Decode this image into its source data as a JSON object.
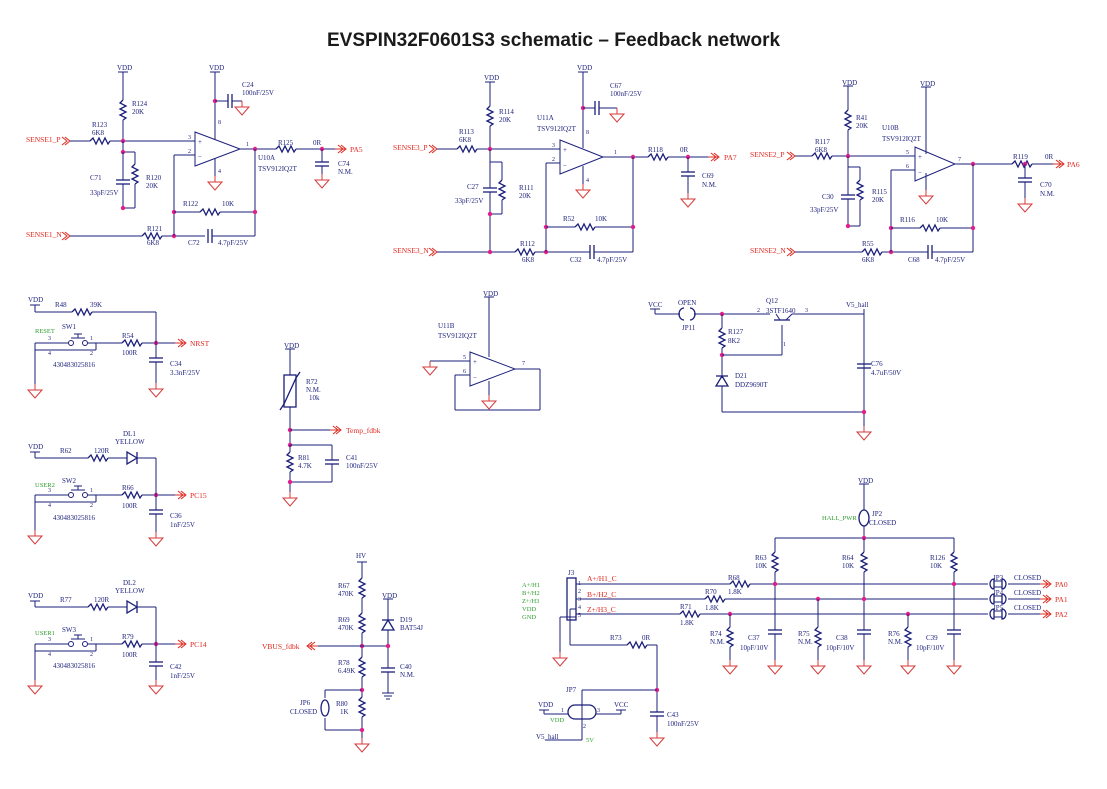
{
  "title": "EVSPIN32F0601S3 schematic – Feedback network",
  "power_labels": {
    "vdd": "VDD",
    "vcc": "VCC",
    "hv": "HV",
    "v5_hall": "V5_hall"
  },
  "nets": {
    "sense1_p": "SENSE1_P",
    "sense1_n": "SENSE1_N",
    "pa5": "PA5",
    "sense3_p": "SENSE3_P",
    "sense3_n": "SENSE3_N",
    "pa7": "PA7",
    "sense2_p": "SENSE2_P",
    "sense2_n": "SENSE2_N",
    "pa6": "PA6",
    "nrst": "NRST",
    "pc15": "PC15",
    "pc14": "PC14",
    "temp_fdbk": "Temp_fdbk",
    "vbus_fdbk": "VBUS_fdbk",
    "pa0": "PA0",
    "pa1": "PA1",
    "pa2": "PA2",
    "reset": "RESET",
    "user2": "USER2",
    "user1": "USER1",
    "hall_pwr": "HALL_PWR"
  },
  "opamps": {
    "u10a": {
      "ref": "U10A",
      "part": "TSV912IQ2T"
    },
    "u11a": {
      "ref": "U11A",
      "part": "TSV912IQ2T"
    },
    "u10b": {
      "ref": "U10B",
      "part": "TSV912IQ2T"
    },
    "u11b": {
      "ref": "U11B",
      "part": "TSV912IQ2T"
    }
  },
  "components": {
    "r124": [
      "R124",
      "20K"
    ],
    "r123": [
      "R123",
      "6K8"
    ],
    "r120": [
      "R120",
      "20K"
    ],
    "c71": [
      "C71",
      "33pF/25V"
    ],
    "r121": [
      "R121",
      "6K8"
    ],
    "r122": [
      "R122",
      "10K"
    ],
    "c72": [
      "C72",
      "4.7pF/25V"
    ],
    "c24": [
      "C24",
      "100nF/25V"
    ],
    "r125": [
      "R125",
      "0R"
    ],
    "c74": [
      "C74",
      "N.M."
    ],
    "r114": [
      "R114",
      "20K"
    ],
    "r113": [
      "R113",
      "6K8"
    ],
    "r111": [
      "R111",
      "20K"
    ],
    "c27": [
      "C27",
      "33pF/25V"
    ],
    "r112": [
      "R112",
      "6K8"
    ],
    "r52": [
      "R52",
      "10K"
    ],
    "c32": [
      "C32",
      "4.7pF/25V"
    ],
    "c67": [
      "C67",
      "100nF/25V"
    ],
    "r118": [
      "R118",
      "0R"
    ],
    "c69": [
      "C69",
      "N.M."
    ],
    "r41": [
      "R41",
      "20K"
    ],
    "r117": [
      "R117",
      "6K8"
    ],
    "r115": [
      "R115",
      "20K"
    ],
    "c30": [
      "C30",
      "33pF/25V"
    ],
    "r55": [
      "R55",
      "6K8"
    ],
    "r116": [
      "R116",
      "10K"
    ],
    "c68": [
      "C68",
      "4.7pF/25V"
    ],
    "r119": [
      "R119",
      "0R"
    ],
    "c70": [
      "C70",
      "N.M."
    ],
    "r48": [
      "R48",
      "39K"
    ],
    "sw1": [
      "SW1",
      "430483025816"
    ],
    "r54": [
      "R54",
      "100R"
    ],
    "c34": [
      "C34",
      "3.3nF/25V"
    ],
    "dl1": [
      "DL1",
      "YELLOW"
    ],
    "r62": [
      "R62",
      "120R"
    ],
    "sw2": [
      "SW2",
      "430483025816"
    ],
    "r66": [
      "R66",
      "100R"
    ],
    "c36": [
      "C36",
      "1nF/25V"
    ],
    "dl2": [
      "DL2",
      "YELLOW"
    ],
    "r77": [
      "R77",
      "120R"
    ],
    "sw3": [
      "SW3",
      "430483025816"
    ],
    "r79": [
      "R79",
      "100R"
    ],
    "c42": [
      "C42",
      "1nF/25V"
    ],
    "r72": [
      "R72",
      "N.M.",
      "10k"
    ],
    "r81": [
      "R81",
      "4.7K"
    ],
    "c41": [
      "C41",
      "100nF/25V"
    ],
    "r67": [
      "R67",
      "470K"
    ],
    "r69": [
      "R69",
      "470K"
    ],
    "r78": [
      "R78",
      "6.49K"
    ],
    "r80": [
      "R80",
      "1K"
    ],
    "jp6": [
      "JP6",
      "CLOSED"
    ],
    "d19": [
      "D19",
      "BAT54J"
    ],
    "c40": [
      "C40",
      "N.M."
    ],
    "jp11": [
      "JP11",
      "OPEN"
    ],
    "r127": [
      "R127",
      "8K2"
    ],
    "q12": [
      "Q12",
      "3STF1640"
    ],
    "d21": [
      "D21",
      "DDZ9690T"
    ],
    "c76": [
      "C76",
      "4.7uF/50V"
    ],
    "jp2": [
      "JP2",
      "CLOSED"
    ],
    "j3": [
      "J3",
      ""
    ],
    "r63": [
      "R63",
      "10K"
    ],
    "r64": [
      "R64",
      "10K"
    ],
    "r126": [
      "R126",
      "10K"
    ],
    "r68": [
      "R68",
      "1.8K"
    ],
    "r70": [
      "R70",
      "1.8K"
    ],
    "r71": [
      "R71",
      "1.8K"
    ],
    "r74": [
      "R74",
      "N.M."
    ],
    "c37": [
      "C37",
      "10pF/10V"
    ],
    "r75": [
      "R75",
      "N.M."
    ],
    "c38": [
      "C38",
      "10pF/10V"
    ],
    "r76": [
      "R76",
      "N.M."
    ],
    "c39": [
      "C39",
      "10pF/10V"
    ],
    "jp3": [
      "JP3",
      "CLOSED"
    ],
    "jp4": [
      "JP4",
      "CLOSED"
    ],
    "jp5": [
      "JP5",
      "CLOSED"
    ],
    "r73": [
      "R73",
      "0R"
    ],
    "jp7": [
      "JP7",
      ""
    ],
    "c43": [
      "C43",
      "100nF/25V"
    ]
  },
  "hall_lines": [
    "A+/H1_C",
    "B+/H2_C",
    "Z+/H3_C"
  ],
  "j3_pins": [
    "A+/H1",
    "B+/H2",
    "Z+/H3",
    "VDD",
    "GND"
  ],
  "jp7_pins": [
    "VDD",
    "5V"
  ]
}
